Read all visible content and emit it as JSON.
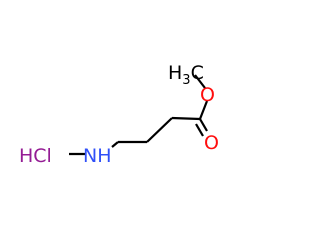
{
  "molecule": {
    "atoms": {
      "methyl_ester": {
        "label": "H",
        "sub": "3",
        "tail": "C"
      },
      "ester_oxygen": {
        "label": "O"
      },
      "carbonyl_oxygen": {
        "label": "O"
      },
      "amine": {
        "label": "NH"
      },
      "salt": {
        "label": "HCl"
      }
    }
  },
  "colors": {
    "bond": "#000000",
    "carbon_label": "#000000",
    "oxygen": "#ff0d0d",
    "nitrogen": "#3050f8",
    "chloride_salt": "#941c94"
  }
}
